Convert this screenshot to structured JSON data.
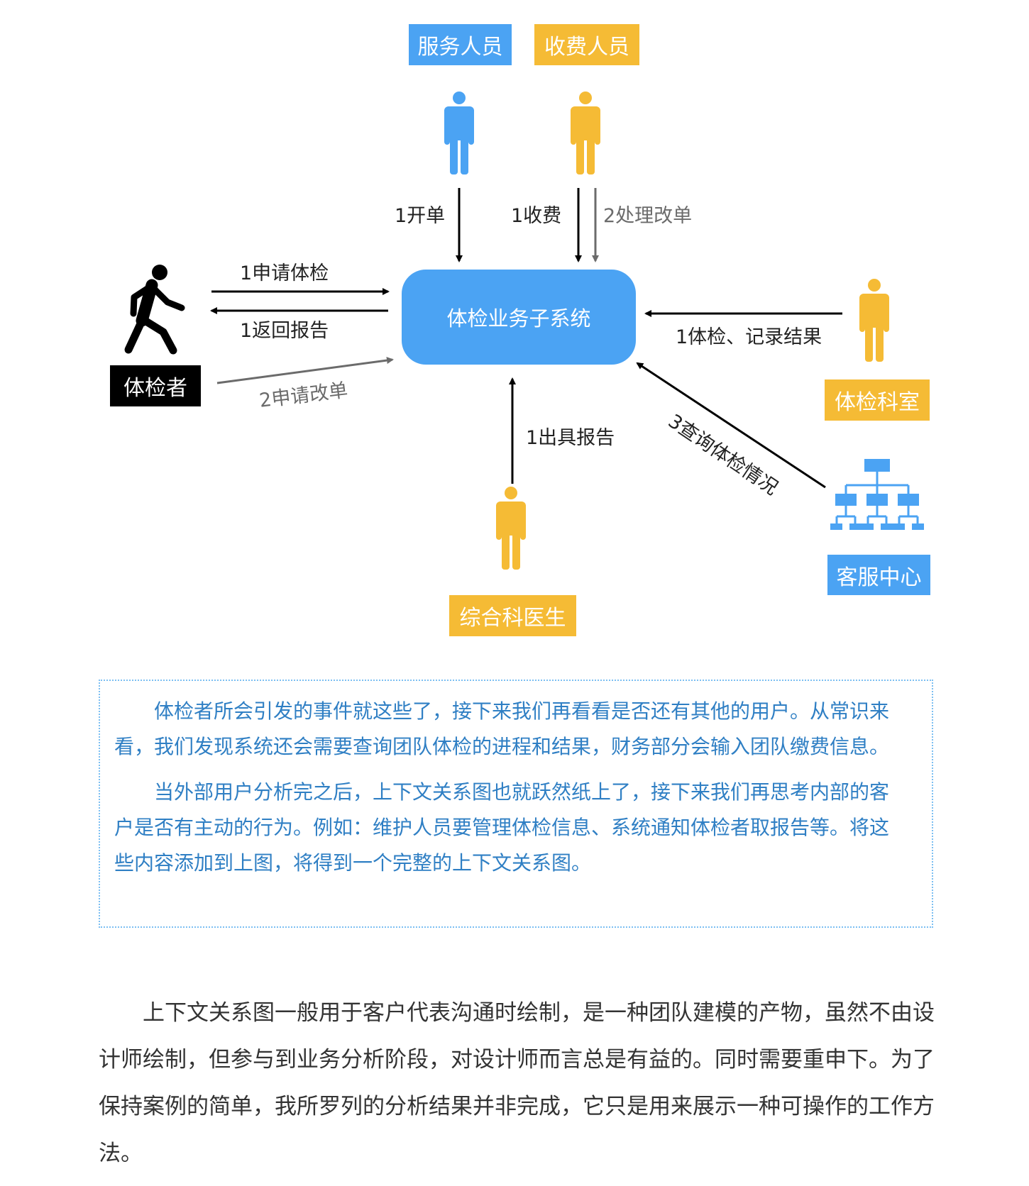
{
  "diagram": {
    "system": "体检业务子系统",
    "actors": {
      "service": "服务人员",
      "cashier": "收费人员",
      "examinee": "体检者",
      "exam_dept": "体检科室",
      "customer_center": "客服中心",
      "doctor": "综合科医生"
    },
    "flows": {
      "open_order": "1开单",
      "charge": "1收费",
      "handle_change": "2处理改单",
      "apply_exam": "1申请体检",
      "return_report": "1返回报告",
      "apply_change": "2申请改单",
      "record_result": "1体检、记录结果",
      "issue_report": "1出具报告",
      "query_status": "3查询体检情况"
    },
    "colors": {
      "blue": "#4ba3f3",
      "yellow": "#f5bb35",
      "black": "#000000",
      "gray": "#6b6b6b"
    }
  },
  "note": {
    "p1": "体检者所会引发的事件就这些了，接下来我们再看看是否还有其他的用户。从常识来看，我们发现系统还会需要查询团队体检的进程和结果，财务部分会输入团队缴费信息。",
    "p2": "当外部用户分析完之后，上下文关系图也就跃然纸上了，接下来我们再思考内部的客户是否有主动的行为。例如：维护人员要管理体检信息、系统通知体检者取报告等。将这些内容添加到上图，将得到一个完整的上下文关系图。"
  },
  "body_text": {
    "p1": "上下文关系图一般用于客户代表沟通时绘制，是一种团队建模的产物，虽然不由设计师绘制，但参与到业务分析阶段，对设计师而言总是有益的。同时需要重申下。为了保持案例的简单，我所罗列的分析结果并非完成，它只是用来展示一种可操作的工作方法。"
  }
}
